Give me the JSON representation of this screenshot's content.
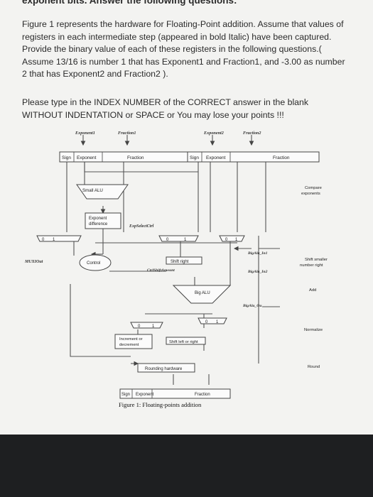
{
  "header": {
    "cut_text": "exponent bits. Answer the following questions:"
  },
  "question": {
    "paragraph1": "Figure 1 represents the hardware for Floating-Point addition. Assume that values of registers in each intermediate step (appeared in bold Italic) have been captured. Provide the binary value of each of these registers in the following questions.( Assume 13/16 is number 1 that has Exponent1 and Fraction1, and -3.00 as number 2 that has Exponent2 and Fraction2 ).",
    "paragraph2": "Please type in the INDEX NUMBER of the CORRECT answer in the blank WITHOUT INDENTATION or SPACE or You may lose your points !!!"
  },
  "figure": {
    "caption": "Figure 1: Floating-points addition",
    "inputs": {
      "exponent1": "Exponent1",
      "fraction1": "Fraction1",
      "exponent2": "Exponent2",
      "fraction2": "Fraction2"
    },
    "reg1": {
      "sign": "Sign",
      "exponent": "Exponent",
      "fraction": "Fraction"
    },
    "reg2": {
      "sign": "Sign",
      "exponent": "Exponent",
      "fraction": "Fraction"
    },
    "small_alu": "Small ALU",
    "exp_diff": [
      "Exponent",
      "difference"
    ],
    "exp_select": "ExpSelectCtrl",
    "muxiout": "MUXIOut",
    "control": "Control",
    "shift_amount": "CtrlShiftAmount",
    "shift_right": "Shift right",
    "big_alu": "Big ALU",
    "big_alu_in1": "BigAlu_In1",
    "big_alu_in2": "BigAlu_In2",
    "big_alu_out": "BigAlu_Ou",
    "incdec": [
      "Increment or",
      "decrement"
    ],
    "shift_lr": "Shift left or right",
    "rounding": "Rounding hardware",
    "out": {
      "sign": "Sign",
      "exponent": "Exponent",
      "fraction": "Fraction"
    },
    "mux_labels": [
      "0",
      "1"
    ],
    "steps": {
      "compare": [
        "Compare",
        "exponents"
      ],
      "shift_smaller": [
        "Shift smaller",
        "number right"
      ],
      "add": "Add",
      "normalize": "Normalize",
      "round": "Round"
    }
  }
}
